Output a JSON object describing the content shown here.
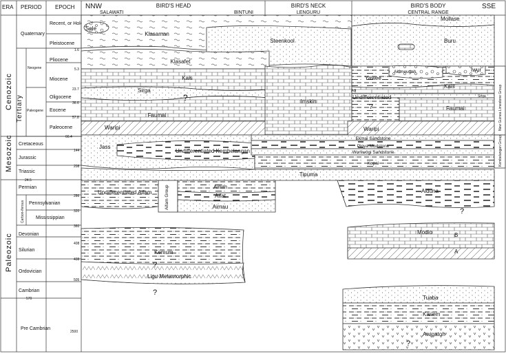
{
  "header": {
    "era": "ERA",
    "period": "PERIOD",
    "epoch": "EPOCH",
    "nnw": "NNW",
    "sse": "SSE",
    "birds_head": "BIRD'S HEAD",
    "birds_neck": "BIRD'S NECK",
    "birds_body": "BIRD'S BODY",
    "salawati": "SALAWATI",
    "bintuni": "BINTUNI",
    "lenguru": "LENGURU",
    "central_range": "CENTRAL RANGE"
  },
  "eras": [
    "Cenozoic",
    "Mesozoic",
    "Paleozoic"
  ],
  "periods": {
    "tertiary": "Tertiary",
    "quaternary": "Quaternary",
    "neogene": "Neogene",
    "paleogene": "Paleogene",
    "cretaceous": "Cretaceous",
    "jurassic": "Jurassic",
    "triassic": "Triassic",
    "permian": "Permian",
    "carboniferous": "Carbon-iferous",
    "pennsylvanian": "Pennsylvanian",
    "mississippian": "Mississippian",
    "devonian": "Devonian",
    "silurian": "Silurian",
    "ordovician": "Ordovician",
    "cambrian": "Cambrian",
    "precambrian": "Pre Cambrian"
  },
  "epochs": {
    "recent": "Recent, or Holocene",
    "pleistocene": "Pleistocene",
    "pliocene": "Pliocene",
    "miocene": "Miocene",
    "oligocene": "Oligocene",
    "eocene": "Eocene",
    "paleocene": "Paleocene"
  },
  "ages": [
    "1.6",
    "5.3",
    "23.7",
    "36.6",
    "57.8",
    "66.4",
    "144",
    "208",
    "24.5",
    "286",
    "320",
    "360",
    "408",
    "438",
    "505",
    "570",
    "2500"
  ],
  "formations": {
    "sele": "Sele",
    "klasaman": "Klasaman",
    "steenkool": "Steenkool",
    "mollase": "Mollase",
    "buru": "Buru",
    "klasafet": "Klasafet",
    "kais": "Kais",
    "kais2": "Kais",
    "yawee": "Yawee",
    "akimeugah": "Akimeugah",
    "iwur": "Iwur",
    "sirga": "Sirga",
    "sirga2": "Sirga",
    "imskin": "Imskin",
    "adi": "Adi",
    "undiff1": "Undifferentiated",
    "faumai": "Faumai",
    "faumai2": "Faumai",
    "waripi": "Waripi",
    "waripi2": "Waripi",
    "jass": "Jass",
    "undiff_kembelangan": "Undifferentiated Kembelangan",
    "ekmai": "Ekmai Sandstone",
    "pinya": "Pinya Mudstone",
    "woniwogi": "Woniwogi Sandstone",
    "kopai": "Kopai",
    "tipuma": "Tipuma",
    "undiff_aifam": "Undifferentiated Aifam",
    "aifam_group": "Aifam Group",
    "ainim": "Ainim",
    "aifat": "Aifat",
    "aimau": "Aimau",
    "aiduna": "Aiduna",
    "modio": "Modio",
    "modio_b": "B",
    "modio_a": "A",
    "kemum": "Kemum",
    "ligu": "Ligu Metamorphic",
    "tuaba": "Tuaba",
    "kariem": "Kariem",
    "awigatoh": "Awigatoh",
    "ngl_group": "New Guinea Limestone Group",
    "kembelangan_group": "Kembelangan Group",
    "q": "?"
  }
}
